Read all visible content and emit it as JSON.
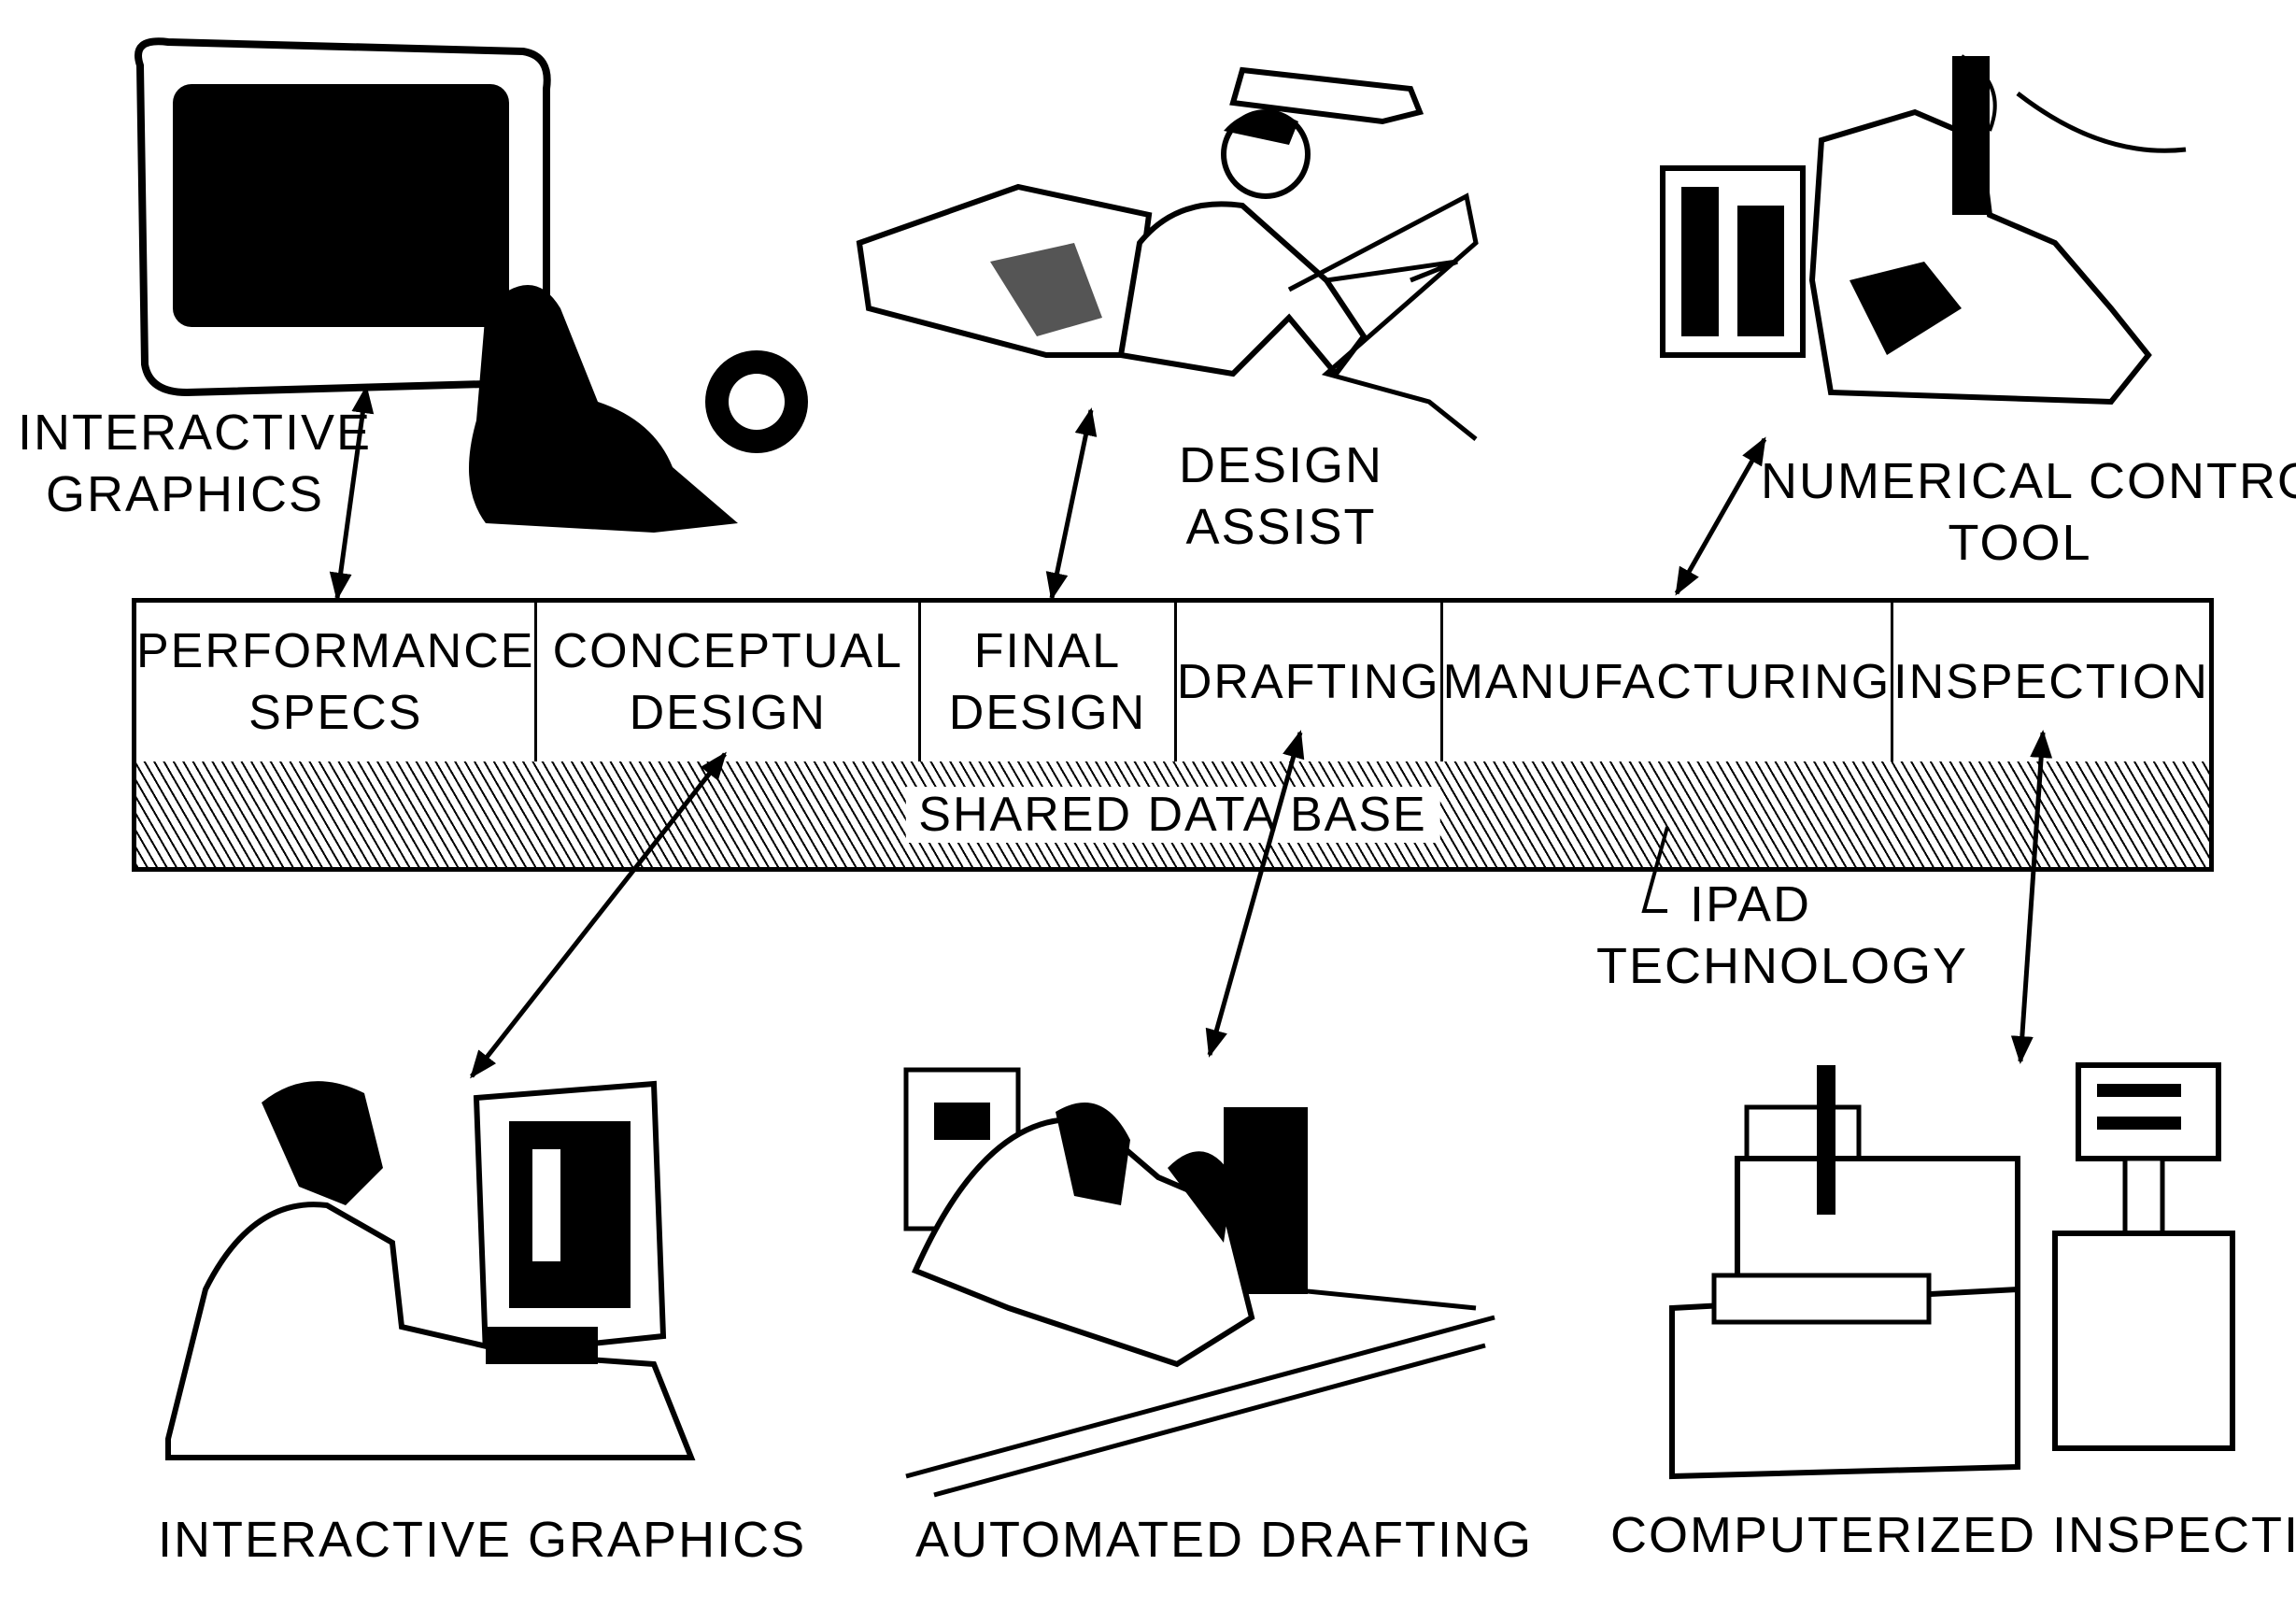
{
  "stages": [
    {
      "line1": "PERFORMANCE",
      "line2": "SPECS"
    },
    {
      "line1": "CONCEPTUAL",
      "line2": "DESIGN"
    },
    {
      "line1": "FINAL",
      "line2": "DESIGN"
    },
    {
      "line1": "DRAFTING",
      "line2": ""
    },
    {
      "line1": "MANUFACTURING",
      "line2": ""
    },
    {
      "line1": "INSPECTION",
      "line2": ""
    }
  ],
  "shared_data_base": "SHARED DATA BASE",
  "top_labels": {
    "interactive_graphics": {
      "line1": "INTERACTIVE",
      "line2": "GRAPHICS"
    },
    "design_assist": {
      "line1": "DESIGN",
      "line2": "ASSIST"
    },
    "numerical_control": {
      "line1": "NUMERICAL CONTROL",
      "line2": "TOOL"
    }
  },
  "ipad": {
    "line1": "IPAD",
    "line2": "TECHNOLOGY"
  },
  "bottom_captions": {
    "interactive_graphics": "INTERACTIVE GRAPHICS",
    "automated_drafting": "AUTOMATED DRAFTING",
    "computerized_inspection": "COMPUTERIZED INSPECTION"
  }
}
